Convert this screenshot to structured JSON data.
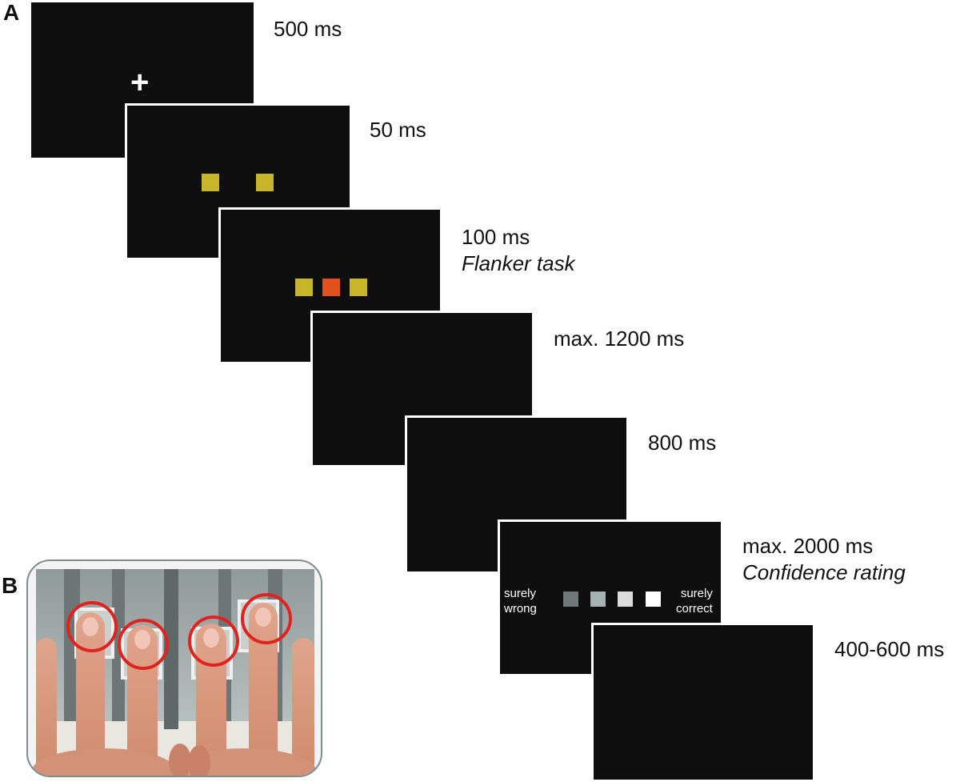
{
  "panels": {
    "a": "A",
    "b": "B"
  },
  "screens": [
    {
      "duration": "500 ms",
      "note": "",
      "content": "fixation",
      "cross_glyph": "+"
    },
    {
      "duration": "50 ms",
      "note": "",
      "content": "two-flankers"
    },
    {
      "duration": "100 ms",
      "note": "Flanker task",
      "content": "flanker-array"
    },
    {
      "duration": "max. 1200 ms",
      "note": "",
      "content": "blank"
    },
    {
      "duration": "800 ms",
      "note": "",
      "content": "blank"
    },
    {
      "duration": "max. 2000 ms",
      "note": "Confidence rating",
      "content": "confidence-scale"
    },
    {
      "duration": "400-600 ms",
      "note": "",
      "content": "blank"
    }
  ],
  "confidence_scale": {
    "left_label_line1": "surely",
    "left_label_line2": "wrong",
    "right_label_line1": "surely",
    "right_label_line2": "correct",
    "levels": [
      "#6f7778",
      "#a6b1b2",
      "#dcdcdc",
      "#ffffff"
    ]
  },
  "colors": {
    "flanker_yellow": "#c7b52a",
    "target_orange": "#e0511b",
    "screen_bg": "#0e0e0e",
    "response_circle": "#e0231f"
  },
  "photo": {
    "response_keys": 4,
    "description_icon": "finger-response-keys-photo"
  }
}
